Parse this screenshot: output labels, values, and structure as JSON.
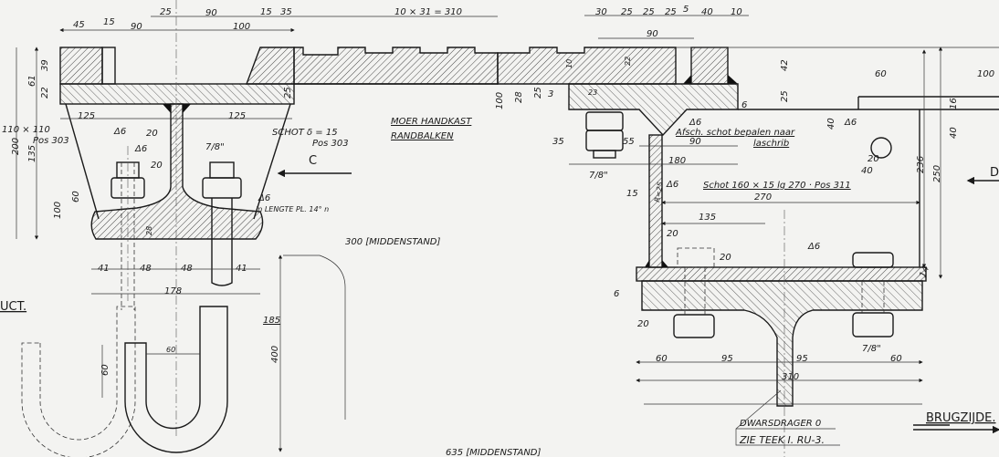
{
  "drawing": {
    "top_dims": [
      "45",
      "15",
      "90",
      "25",
      "90",
      "100",
      "15",
      "35",
      "10 × 31 = 310",
      "30",
      "25",
      "25",
      "25",
      "5",
      "40",
      "10",
      "90"
    ],
    "left_dims": [
      "61",
      "39",
      "22",
      "200",
      "135",
      "100",
      "60",
      "110 × 110",
      "Pos 303",
      "125",
      "125",
      "Δ6",
      "20",
      "Δ6",
      "20",
      "7/8\"",
      "22",
      "25"
    ],
    "mid_notes": {
      "schot": "SCHOT δ = 15",
      "schot_pos": "Pos 303",
      "section_mark": "C",
      "moer_1": "MOER HANDKAST",
      "moer_2": "RANDBALKEN",
      "weld_note": "Δ6",
      "weld_note2": "in LENGTE PL. 14° n",
      "middenstand_300": "300 [MIDDENSTAND]",
      "middenstand_635": "635 [MIDDENSTAND]"
    },
    "right_dims": [
      "42",
      "25",
      "60",
      "100",
      "6",
      "Δ6",
      "90",
      "35",
      "55",
      "180",
      "7/8\"",
      "Δ6",
      "40",
      "20",
      "40",
      "236",
      "250",
      "Δ6",
      "270",
      "15",
      "R=25",
      "135",
      "100",
      "28",
      "25",
      "3",
      "16",
      "40",
      "23",
      "10",
      "22"
    ],
    "right_notes": {
      "afsch_1": "Afsch. schot bepalen naar",
      "afsch_2": "laschrib",
      "schot_311": "Schot 160 × 15 lg 270 · Pos 311",
      "d_mark": "D"
    },
    "bottom_dims": [
      "20",
      "20",
      "Δ6",
      "14",
      "6",
      "20",
      "60",
      "95",
      "95",
      "60",
      "7/8\"",
      "310"
    ],
    "bottom_notes": {
      "dwarsdrager": "DWARSDRAGER 0",
      "zie_teek": "ZIE TEEK   I. RU-3.",
      "brugzijde": "BRUGZIJDE.",
      "constr": "UCT."
    },
    "ubolt_dims": [
      "41",
      "48",
      "48",
      "41",
      "178",
      "60",
      "60",
      "185",
      "400",
      "28"
    ]
  }
}
